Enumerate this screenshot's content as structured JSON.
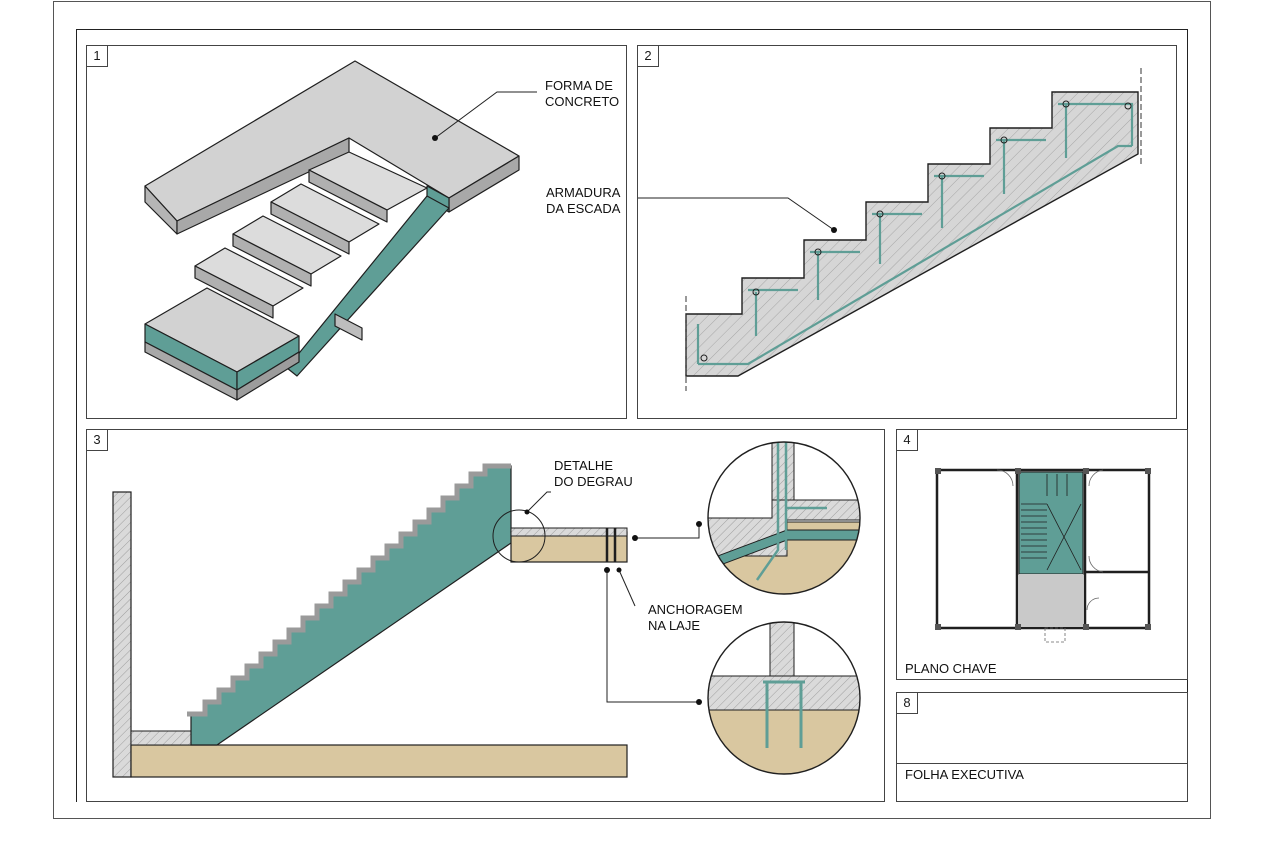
{
  "sheet": {
    "panels": [
      {
        "id": "1"
      },
      {
        "id": "2"
      },
      {
        "id": "3"
      },
      {
        "id": "4"
      },
      {
        "id": "8"
      }
    ],
    "labels": {
      "forma_l1": "FORMA DE",
      "forma_l2": "CONCRETO",
      "armadura_l1": "ARMADURA",
      "armadura_l2": "DA ESCADA",
      "detalhe_l1": "DETALHE",
      "detalhe_l2": "DO DEGRAU",
      "ancoragem_l1": "ANCHORAGEM",
      "ancoragem_l2": "NA LAJE",
      "plano_chave": "PLANO CHAVE",
      "folha_executiva": "FOLHA EXECUTIVA"
    },
    "colors": {
      "concrete": "#cfcfcf",
      "concrete_dark": "#a9a9a9",
      "teal": "#5f9e96",
      "soil": "#d9c7a0",
      "line": "#1f1f1f"
    }
  }
}
